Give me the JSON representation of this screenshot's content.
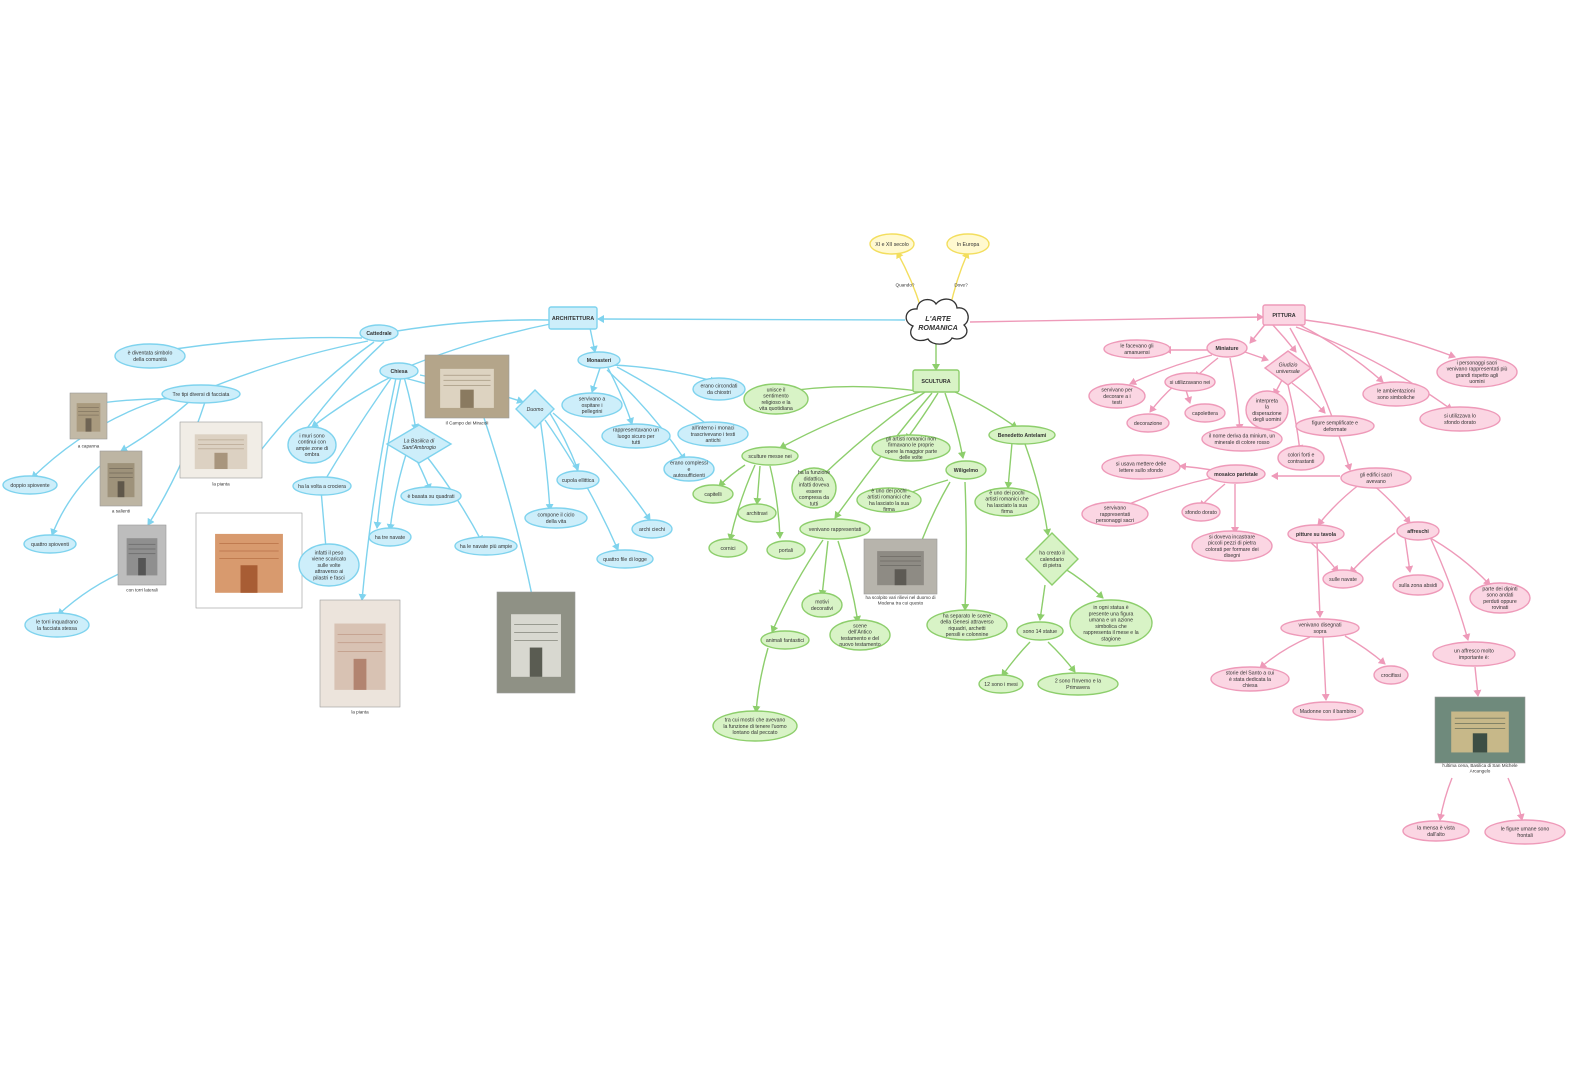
{
  "title": "L'ARTE ROMANICA",
  "top": {
    "when_label": "Quando?",
    "when": "XI e XII secolo",
    "where_label": "Dove?",
    "where": "In Europa"
  },
  "architettura": {
    "label": "ARCHITETTURA",
    "cattedrale": {
      "label": "Cattedrale",
      "simbolo": "è diventata simbolo della comunità",
      "tre_tipi": "Tre tipi diversi di facciata",
      "capanna": "a capanna",
      "doppio_spiovente": "doppio spiovente",
      "salienti": "a salienti",
      "quattro_spioventi": "quattro spioventi",
      "torri": "con torri laterali",
      "torri_desc": "le torri inquadrano la facciata stessa",
      "pianta": "la pianta"
    },
    "chiesa": {
      "label": "Chiesa",
      "muri": "i muri sono continui con ampie zone di ombra",
      "volta": "ha la volta a crociera",
      "peso": "infatti il peso viene scaricato sulle volte attraverso ai pilastri e fasci",
      "basilica": "La Basilica di Sant'Ambrogio",
      "basata": "è basata su quadrati",
      "tre_navate": "ha tre navate",
      "navate_ampie": "ha le navate più ampie",
      "pianta": "la pianta"
    },
    "campo": "Il Campo dei Miracoli",
    "duomo": {
      "label": "Duomo",
      "cupola": "cupola ellittica",
      "compone": "compone il ciclo della vita",
      "archi": "archi ciechi",
      "logge": "quattro file di logge"
    },
    "monasteri": {
      "label": "Monasteri",
      "ospitare": "servivano a ospitare i pellegrini",
      "circondati": "erano circondati da chiostri",
      "sicuro": "rappresentavano un luogo sicuro per tutti",
      "monaci": "all'interno i monaci trascrivevano i testi antichi",
      "complessi": "erano complessi e autosufficienti"
    }
  },
  "scultura": {
    "label": "SCULTURA",
    "unisce": "unisce il sentimento religioso e la vita quotidiana",
    "messe": "sculture messe nei",
    "capitelli": "capitelli",
    "architravi": "architravi",
    "cornici": "cornici",
    "portali": "portali",
    "funzione": "ha la funzione didattica, infatti doveva essere compresa da tutti",
    "artisti": "gli artisti romanici non firmavano le proprie opere la maggior parte delle volte",
    "venivano": "venivano rappresentati",
    "motivi": "motivi decorativi",
    "scene": "scene dell'Antico testamento e del nuovo testamento",
    "animali": "animali fantastici",
    "mostri": "tra cui mostri che avevano la funzione di tenere l'uomo lontano dal peccato",
    "wiligelmo": "Wiligelmo",
    "uno_dei": "è uno dei pochi artisti romanici che ha lasciato la sua firma",
    "rilievi": "ha scolpito vari rilievi nel duomo di Modena tra cui questo",
    "genesi": "ha separato le scene della Genesi attraverso riquadri, archetti pensili e colonnine",
    "antelami": "Benedetto Antelami",
    "antelami_firma": "è uno dei pochi artisti romanici che ha lasciato la sua firma",
    "calendario": "ha creato il calendario di pietra",
    "statue": "sono 14 statue",
    "dodici": "12 sono i mesi",
    "due": "2 sono l'Inverno e la Primavera",
    "figura": "in ogni statua è presente una figura umana e un azione simbolica che rappresenta il mese e la stagione"
  },
  "pittura": {
    "label": "PITTURA",
    "miniature": "Miniature",
    "amanuensi": "le facevano gli amanuensi",
    "decorare": "servivano per decorare a i testi",
    "utilizzavano": "si utilizzavano nei",
    "decorazione": "decorazione",
    "capolettera": "capolettera",
    "nome": "il nome deriva da minium, un minerale di colore rosso",
    "giudizio": "Giudizio universale",
    "disperazione": "interpreta la disperazione degli uomini",
    "figure_semp": "figure semplificate e deformate",
    "colori": "colori forti e contrastanti",
    "personaggi": "i personaggi sacri venivano rappresentati più grandi rispetto agli uomini",
    "ambientazioni": "le ambientazioni sono simboliche",
    "sfondo_dorato": "si utilizzava lo sfondo dorato",
    "mosaico": "mosaico parietale",
    "lettere": "si usava mettere delle lettere sullo sfondo",
    "sacri": "servivano rappresentati personaggi sacri",
    "sfondo_dor2": "sfondo dorato",
    "incastrare": "si doveva incastrare piccoli pezzi di pietra colorati per formare dei disegni",
    "edifici": "gli edifici sacri avevano",
    "tavola": "pitture su tavola",
    "affreschi": "affreschi",
    "navate": "sulle navate",
    "absidi": "sulla zona absidi",
    "dipinti": "parte dei dipinti sono andati perduti oppure rovinati",
    "disegni_sopra": "venivano disegnati sopra",
    "storie": "storie del Santo a cui è stata dedicata la chiesa",
    "madonne": "Madonne con il bambino",
    "crocifissi": "crocifissi",
    "affresco": "un affresco molto importante è:",
    "ultima_cena": "l'ultima cena, Basilica di San Michele Arcangelo",
    "mensa": "la mensa è vista dall'alto",
    "figure_umane": "le figure umane sono frontali"
  },
  "colors": {
    "blue_fill": "#cdeefa",
    "blue_stroke": "#7fd3ee",
    "green_fill": "#d8f3c6",
    "green_stroke": "#8dce6c",
    "pink_fill": "#fbd6e3",
    "pink_stroke": "#ee9ab9",
    "yellow_fill": "#fff9d0",
    "yellow_stroke": "#f3de5e"
  }
}
